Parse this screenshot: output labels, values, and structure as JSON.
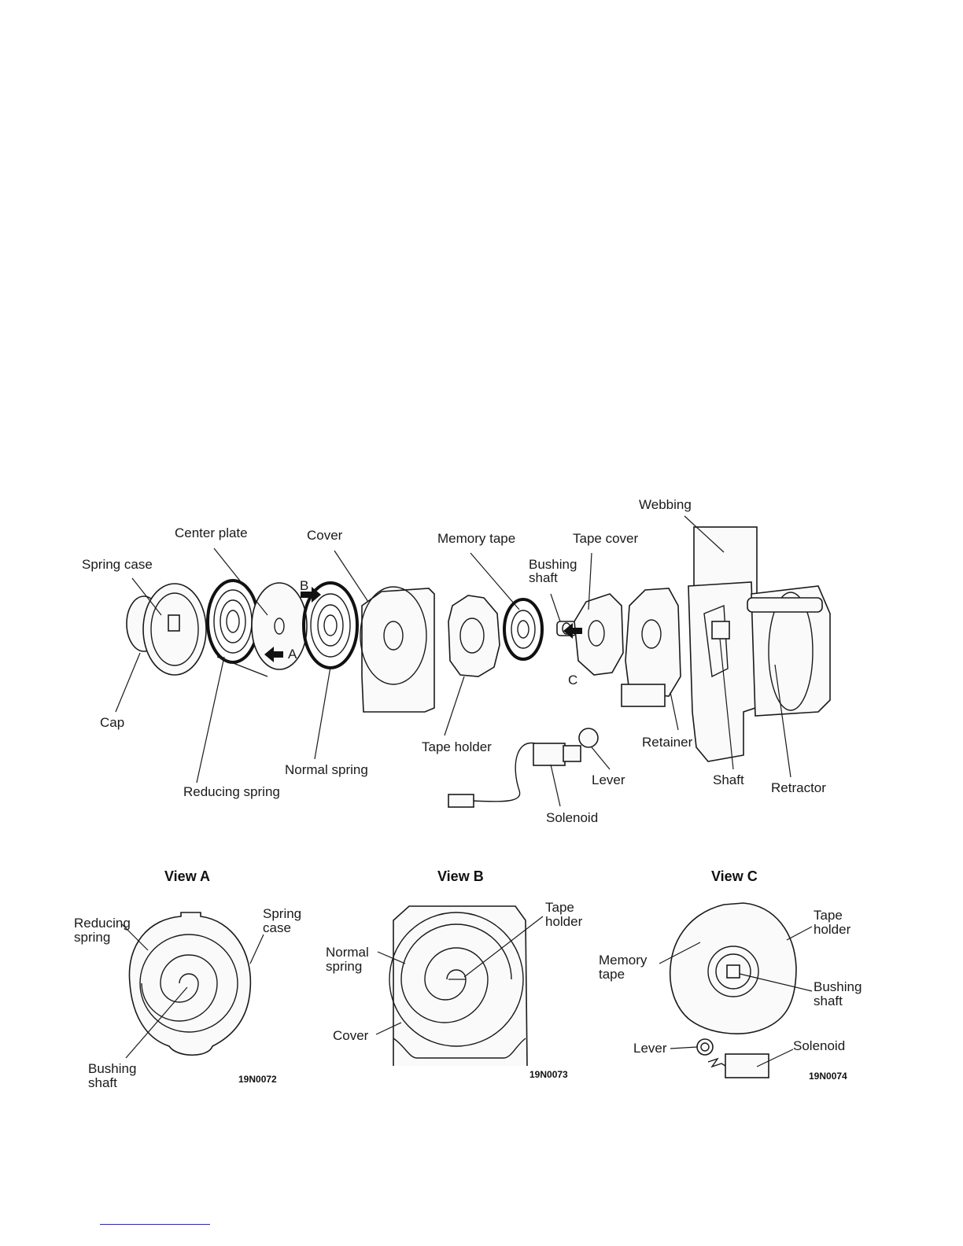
{
  "exploded": {
    "labels": {
      "webbing": "Webbing",
      "center_plate": "Center plate",
      "cover": "Cover",
      "memory_tape": "Memory tape",
      "tape_cover": "Tape cover",
      "spring_case": "Spring case",
      "bushing_shaft_1": "Bushing",
      "bushing_shaft_2": "shaft",
      "cap": "Cap",
      "reducing_spring": "Reducing spring",
      "normal_spring": "Normal spring",
      "tape_holder": "Tape holder",
      "retainer": "Retainer",
      "lever": "Lever",
      "shaft": "Shaft",
      "retractor": "Retractor",
      "solenoid": "Solenoid",
      "marker_a": "A",
      "marker_b": "B",
      "marker_c": "C"
    }
  },
  "view_a": {
    "title": "View A",
    "reducing_spring_1": "Reducing",
    "reducing_spring_2": "spring",
    "spring_case_1": "Spring",
    "spring_case_2": "case",
    "bushing_shaft_1": "Bushing",
    "bushing_shaft_2": "shaft",
    "code": "19N0072"
  },
  "view_b": {
    "title": "View B",
    "tape_holder_1": "Tape",
    "tape_holder_2": "holder",
    "normal_spring_1": "Normal",
    "normal_spring_2": "spring",
    "cover": "Cover",
    "code": "19N0073"
  },
  "view_c": {
    "title": "View C",
    "tape_holder_1": "Tape",
    "tape_holder_2": "holder",
    "memory_tape_1": "Memory",
    "memory_tape_2": "tape",
    "bushing_shaft_1": "Bushing",
    "bushing_shaft_2": "shaft",
    "lever": "Lever",
    "solenoid": "Solenoid",
    "code": "19N0074"
  }
}
